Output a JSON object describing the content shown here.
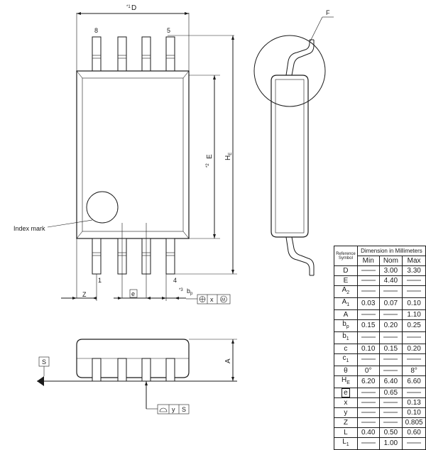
{
  "labels": {
    "dim_d": "D",
    "dim_d_note": "*1",
    "pin_8": "8",
    "pin_5": "5",
    "pin_1": "1",
    "pin_4": "4",
    "detail_f": "F",
    "dim_e": "E",
    "dim_e_note": "*2",
    "dim_he": "H",
    "dim_he_sub": "E",
    "index_mark": "Index mark",
    "dim_z": "Z",
    "dim_e_pitch": "e",
    "bp_note": "*3",
    "bp": "b",
    "bp_sub": "p",
    "fcf_x": "x",
    "fcf_m": "M",
    "dim_a": "A",
    "datum_s": "S",
    "fcf_y": "y",
    "fcf_s": "S"
  },
  "table": {
    "header_ref_line1": "Reference",
    "header_ref_line2": "Symbol",
    "header_dim": "Dimension in Millimeters",
    "col_min": "Min",
    "col_nom": "Nom",
    "col_max": "Max",
    "rows": [
      {
        "sym": "D",
        "sub": "",
        "min": "",
        "nom": "3.00",
        "max": "3.30"
      },
      {
        "sym": "E",
        "sub": "",
        "min": "",
        "nom": "4.40",
        "max": ""
      },
      {
        "sym": "A",
        "sub": "2",
        "min": "",
        "nom": "",
        "max": ""
      },
      {
        "sym": "A",
        "sub": "1",
        "min": "0.03",
        "nom": "0.07",
        "max": "0.10"
      },
      {
        "sym": "A",
        "sub": "",
        "min": "",
        "nom": "",
        "max": "1.10"
      },
      {
        "sym": "b",
        "sub": "p",
        "min": "0.15",
        "nom": "0.20",
        "max": "0.25"
      },
      {
        "sym": "b",
        "sub": "1",
        "min": "",
        "nom": "",
        "max": ""
      },
      {
        "sym": "c",
        "sub": "",
        "min": "0.10",
        "nom": "0.15",
        "max": "0.20"
      },
      {
        "sym": "c",
        "sub": "1",
        "min": "",
        "nom": "",
        "max": ""
      },
      {
        "sym": "θ",
        "sub": "",
        "min": "0°",
        "nom": "",
        "max": "8°"
      },
      {
        "sym": "H",
        "sub": "E",
        "min": "6.20",
        "nom": "6.40",
        "max": "6.60"
      },
      {
        "sym": "e",
        "sub": "",
        "min": "",
        "nom": "0.65",
        "max": "",
        "boxed": true
      },
      {
        "sym": "x",
        "sub": "",
        "min": "",
        "nom": "",
        "max": "0.13"
      },
      {
        "sym": "y",
        "sub": "",
        "min": "",
        "nom": "",
        "max": "0.10"
      },
      {
        "sym": "Z",
        "sub": "",
        "min": "",
        "nom": "",
        "max": "0.805"
      },
      {
        "sym": "L",
        "sub": "",
        "min": "0.40",
        "nom": "0.50",
        "max": "0.60"
      },
      {
        "sym": "L",
        "sub": "1",
        "min": "",
        "nom": "1.00",
        "max": ""
      }
    ]
  }
}
